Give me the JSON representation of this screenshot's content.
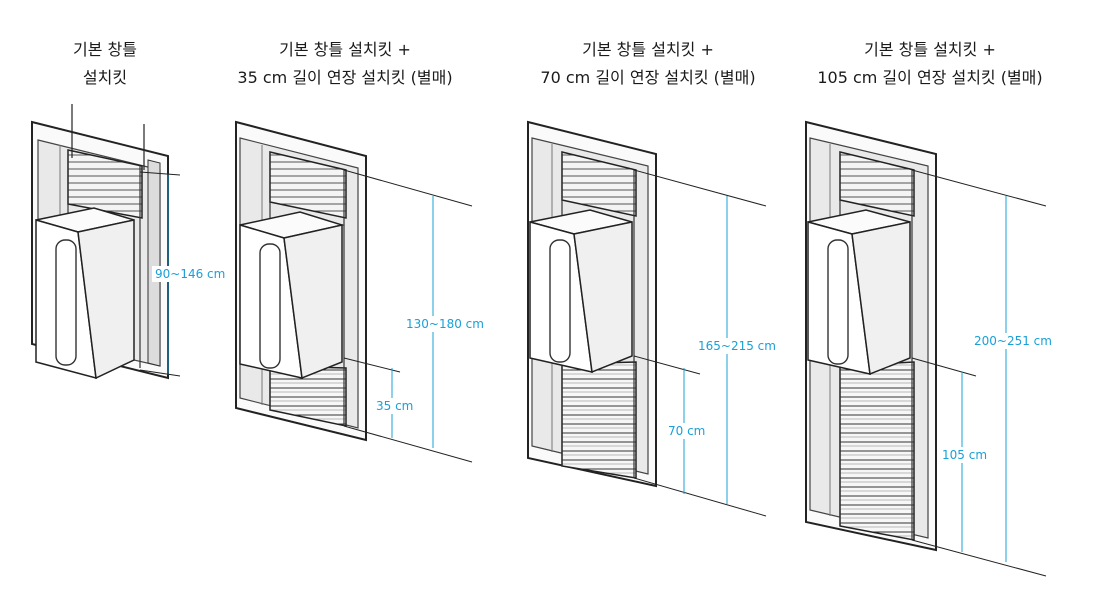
{
  "panels": [
    {
      "title_line1": "기본 창틀",
      "title_line2": "설치킷",
      "dims": [
        "90~146 cm"
      ]
    },
    {
      "title_line1": "기본 창틀 설치킷 +",
      "title_line2": "35 cm 길이 연장 설치킷 (별매)",
      "dims": [
        "130~180 cm",
        "35 cm"
      ]
    },
    {
      "title_line1": "기본 창틀 설치킷 +",
      "title_line2": "70 cm 길이 연장 설치킷 (별매)",
      "dims": [
        "165~215 cm",
        "70 cm"
      ]
    },
    {
      "title_line1": "기본 창틀 설치킷 +",
      "title_line2": "105 cm 길이 연장 설치킷 (별매)",
      "dims": [
        "200~251 cm",
        "105 cm"
      ]
    }
  ],
  "colors": {
    "dimension": "#1aa0d8",
    "line": "#222222",
    "window_fill": "#e9e9e9"
  }
}
